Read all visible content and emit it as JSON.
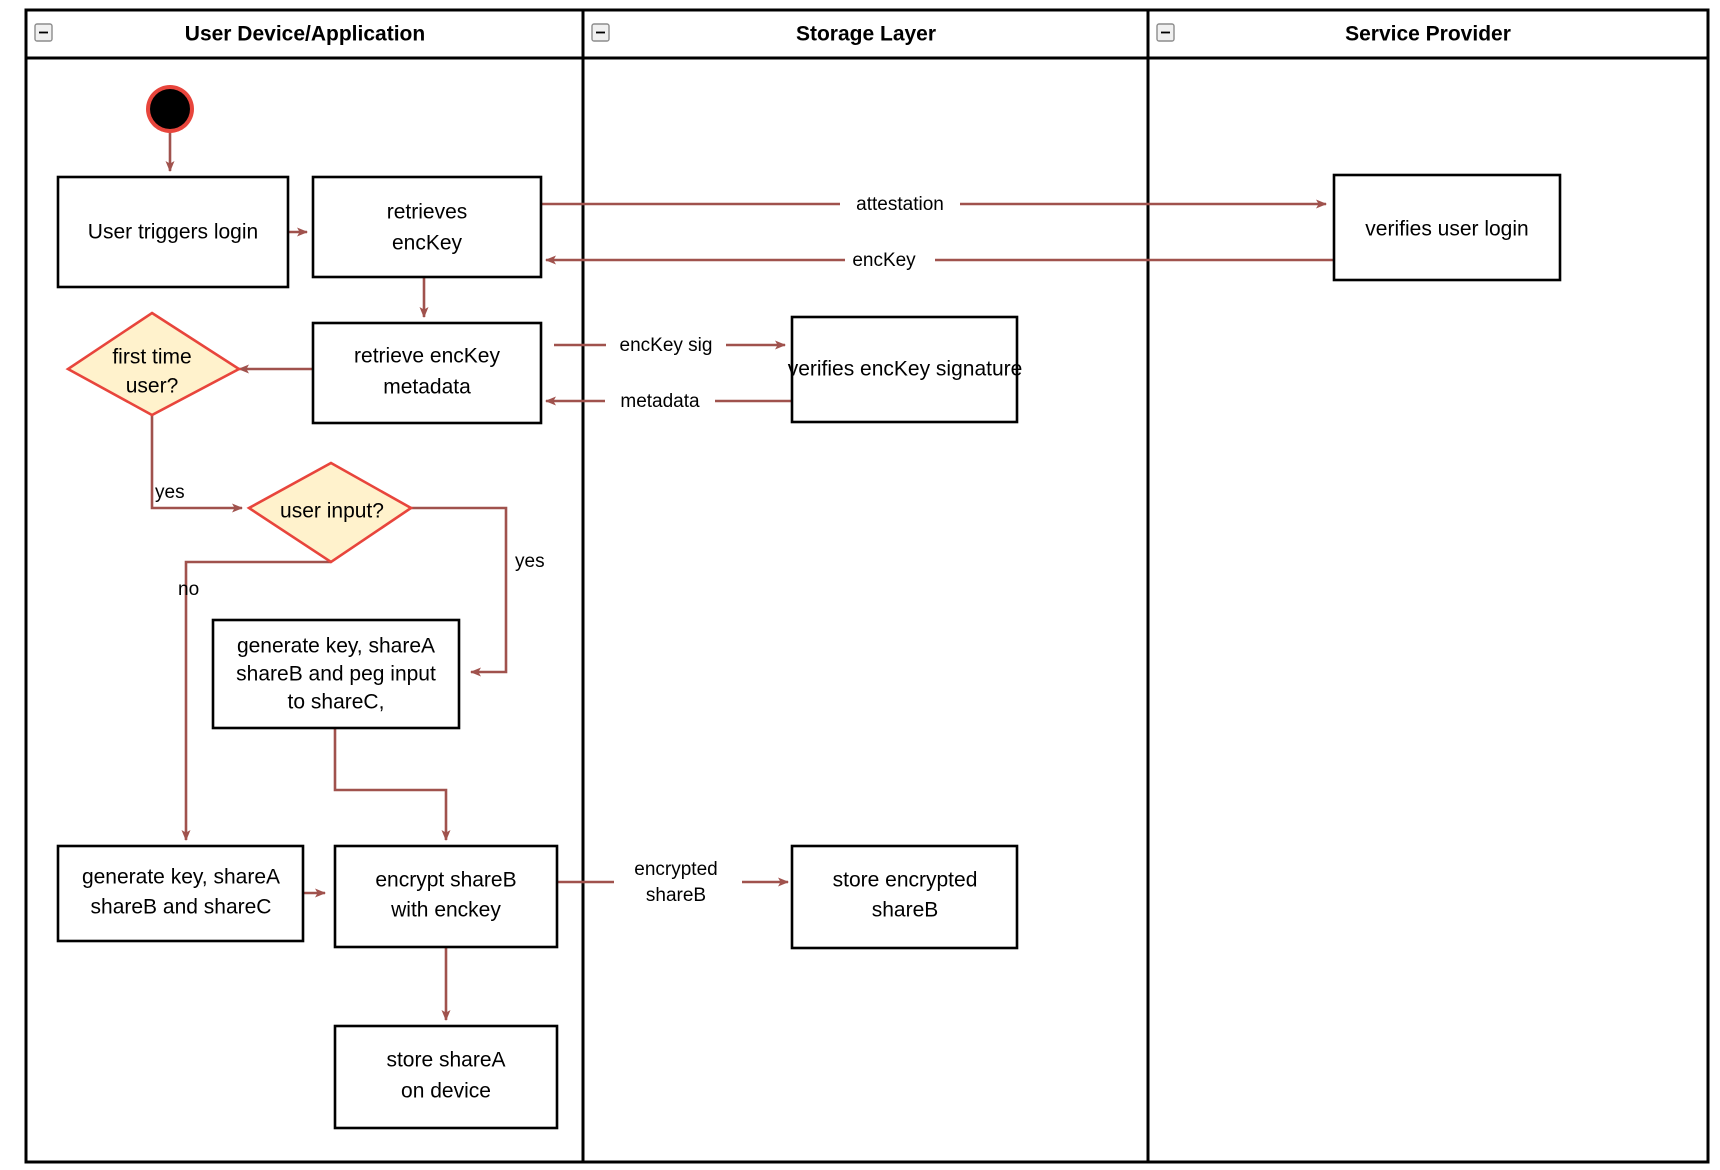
{
  "diagram": {
    "type": "uml-activity-swimlane",
    "title": "Login / key-share provisioning activity diagram",
    "colors": {
      "flow_arrow": "#A0524D",
      "decision_fill": "#FFF2CC",
      "decision_stroke": "#E8453C",
      "node_fill": "#FFFFFF",
      "node_stroke": "#000000",
      "start_node_fill": "#000000",
      "start_node_ring": "#E8453C",
      "lane_border": "#000000",
      "background": "#FFFFFF"
    }
  },
  "lanes": [
    {
      "id": "lane-user-device",
      "label": "User Device/Application",
      "collapse_icon": "minus-icon"
    },
    {
      "id": "lane-storage",
      "label": "Storage Layer",
      "collapse_icon": "minus-icon"
    },
    {
      "id": "lane-service-provider",
      "label": "Service Provider",
      "collapse_icon": "minus-icon"
    }
  ],
  "nodes": [
    {
      "id": "start",
      "kind": "initial-node",
      "lane": "lane-user-device",
      "label": ""
    },
    {
      "id": "user-triggers-login",
      "kind": "action",
      "lane": "lane-user-device",
      "label": "User triggers login",
      "lines": [
        "User triggers login"
      ]
    },
    {
      "id": "retrieves-enckey",
      "kind": "action",
      "lane": "lane-user-device",
      "label": "retrieves encKey",
      "lines": [
        "retrieves",
        "encKey"
      ]
    },
    {
      "id": "retrieve-enckey-metadata",
      "kind": "action",
      "lane": "lane-user-device",
      "label": "retrieve encKey metadata",
      "lines": [
        "retrieve encKey",
        "metadata"
      ]
    },
    {
      "id": "first-time-user",
      "kind": "decision",
      "lane": "lane-user-device",
      "label": "first time user?",
      "lines": [
        "first time",
        "user?"
      ]
    },
    {
      "id": "user-input",
      "kind": "decision",
      "lane": "lane-user-device",
      "label": "user input?",
      "lines": [
        "user input?"
      ]
    },
    {
      "id": "generate-key-peg",
      "kind": "action",
      "lane": "lane-user-device",
      "label": "generate key, shareA shareB and peg input to shareC,",
      "lines": [
        "generate key, shareA",
        "shareB and peg input",
        "to shareC,"
      ]
    },
    {
      "id": "generate-key-sharec",
      "kind": "action",
      "lane": "lane-user-device",
      "label": "generate key, shareA shareB and shareC",
      "lines": [
        "generate key, shareA",
        "shareB and shareC"
      ]
    },
    {
      "id": "encrypt-shareb",
      "kind": "action",
      "lane": "lane-user-device",
      "label": "encrypt shareB with enckey",
      "lines": [
        "encrypt shareB",
        "with enckey"
      ]
    },
    {
      "id": "store-sharea",
      "kind": "action",
      "lane": "lane-user-device",
      "label": "store shareA on device",
      "lines": [
        "store shareA",
        "on device"
      ]
    },
    {
      "id": "verifies-enckey-signature",
      "kind": "action",
      "lane": "lane-storage",
      "label": "verifies encKey signature",
      "lines": [
        "verifies encKey signature"
      ]
    },
    {
      "id": "store-encrypted-shareb",
      "kind": "action",
      "lane": "lane-storage",
      "label": "store encrypted shareB",
      "lines": [
        "store encrypted",
        "shareB"
      ]
    },
    {
      "id": "verifies-user-login",
      "kind": "action",
      "lane": "lane-service-provider",
      "label": "verifies user login",
      "lines": [
        "verifies user login"
      ]
    }
  ],
  "edges": [
    {
      "id": "e-start-login",
      "from": "start",
      "to": "user-triggers-login",
      "label": ""
    },
    {
      "id": "e-login-retrieves",
      "from": "user-triggers-login",
      "to": "retrieves-enckey",
      "label": ""
    },
    {
      "id": "e-attestation",
      "from": "retrieves-enckey",
      "to": "verifies-user-login",
      "label": "attestation"
    },
    {
      "id": "e-enckey-back",
      "from": "verifies-user-login",
      "to": "retrieves-enckey",
      "label": "encKey"
    },
    {
      "id": "e-retrieves-metadata",
      "from": "retrieves-enckey",
      "to": "retrieve-enckey-metadata",
      "label": ""
    },
    {
      "id": "e-enckey-sig",
      "from": "retrieve-enckey-metadata",
      "to": "verifies-enckey-signature",
      "label": "encKey sig"
    },
    {
      "id": "e-metadata-back",
      "from": "verifies-enckey-signature",
      "to": "retrieve-enckey-metadata",
      "label": "metadata"
    },
    {
      "id": "e-metadata-firsttime",
      "from": "retrieve-enckey-metadata",
      "to": "first-time-user",
      "label": ""
    },
    {
      "id": "e-firsttime-yes",
      "from": "first-time-user",
      "to": "user-input",
      "label": "yes"
    },
    {
      "id": "e-userinput-yes",
      "from": "user-input",
      "to": "generate-key-peg",
      "label": "yes"
    },
    {
      "id": "e-userinput-no",
      "from": "user-input",
      "to": "generate-key-sharec",
      "label": "no"
    },
    {
      "id": "e-peg-encrypt",
      "from": "generate-key-peg",
      "to": "encrypt-shareb",
      "label": ""
    },
    {
      "id": "e-sharec-encrypt",
      "from": "generate-key-sharec",
      "to": "encrypt-shareb",
      "label": ""
    },
    {
      "id": "e-encrypted-shareb",
      "from": "encrypt-shareb",
      "to": "store-encrypted-shareb",
      "label": "encrypted shareB",
      "lines": [
        "encrypted",
        "shareB"
      ]
    },
    {
      "id": "e-encrypt-store-sharea",
      "from": "encrypt-shareb",
      "to": "store-sharea",
      "label": ""
    }
  ],
  "edge_labels": {
    "attestation": "attestation",
    "enckey": "encKey",
    "enckey_sig": "encKey sig",
    "metadata": "metadata",
    "yes_first_time": "yes",
    "yes_user_input": "yes",
    "no_user_input": "no",
    "encrypted_line1": "encrypted",
    "encrypted_line2": "shareB"
  },
  "node_text": {
    "user_triggers_login_l1": "User triggers login",
    "retrieves_l1": "retrieves",
    "retrieves_l2": "encKey",
    "retrieve_meta_l1": "retrieve encKey",
    "retrieve_meta_l2": "metadata",
    "first_time_l1": "first time",
    "first_time_l2": "user?",
    "user_input_l1": "user input?",
    "gen_peg_l1": "generate key, shareA",
    "gen_peg_l2": "shareB and peg input",
    "gen_peg_l3": "to shareC,",
    "gen_sharec_l1": "generate key, shareA",
    "gen_sharec_l2": "shareB and shareC",
    "encrypt_l1": "encrypt shareB",
    "encrypt_l2": "with enckey",
    "store_sharea_l1": "store shareA",
    "store_sharea_l2": "on device",
    "verifies_sig_l1": "verifies encKey signature",
    "store_enc_l1": "store encrypted",
    "store_enc_l2": "shareB",
    "verifies_login_l1": "verifies user login"
  }
}
